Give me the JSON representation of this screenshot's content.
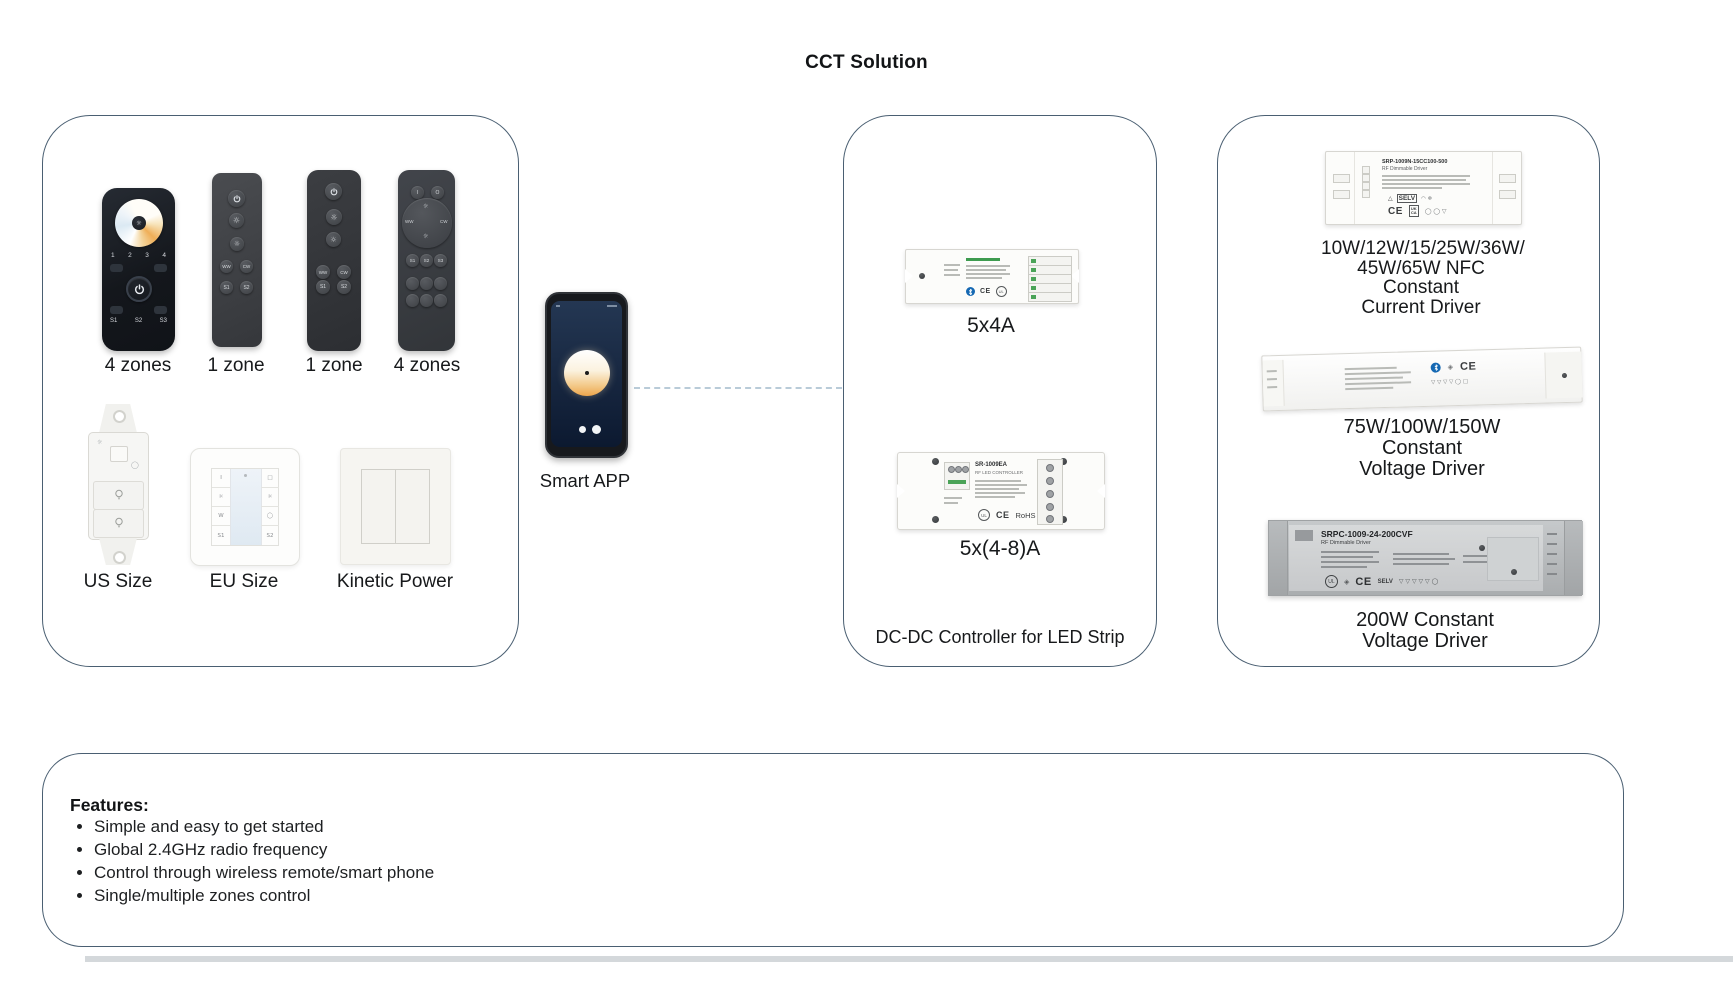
{
  "title": "CCT Solution",
  "glyphs": {
    "sun": "☼",
    "dot": "•",
    "tri_row": "▽ ▽ ▽ ▽ ◯ □",
    "warn": "△"
  },
  "left_panel": {
    "remote_labels": [
      "4 zones",
      "1 zone",
      "1 zone",
      "4 zones"
    ],
    "wall_labels": [
      "US Size",
      "EU Size",
      "Kinetic Power"
    ],
    "remote1": {
      "numbers": [
        "1",
        "2",
        "3",
        "4"
      ],
      "scenes": [
        "S1",
        "S2",
        "S3"
      ]
    },
    "remote2": {
      "keys": [
        "WW",
        "CW",
        "S1",
        "S2"
      ]
    },
    "remote3": {
      "keys": [
        "WW",
        "CW",
        "S1",
        "S2"
      ]
    },
    "remote4": {
      "top_keys": [
        "I",
        "O"
      ],
      "pad_left": "WW",
      "pad_right": "CW",
      "scenes": [
        "S1",
        "S2",
        "S3"
      ]
    },
    "eu_panel": {
      "left_keys": [
        "I",
        "☼",
        "W",
        "S1"
      ],
      "right_keys": [
        "□",
        "☼",
        "◯",
        "S2"
      ]
    }
  },
  "app": {
    "label": "Smart APP"
  },
  "middle_panel": {
    "controller1": {
      "label": "5x4A",
      "marks": {
        "ce": "CE",
        "ul": "UL"
      }
    },
    "controller2": {
      "label": "5x(4-8)A",
      "model": "SR-1009EA",
      "subtitle": "RF LED CONTROLLER",
      "marks": {
        "ul": "UL",
        "ce": "CE",
        "rohs": "RoHS"
      }
    },
    "caption": "DC-DC Controller for LED Strip"
  },
  "right_panel": {
    "driver1": {
      "model": "SRP-1009N-15CC100-500",
      "subtitle": "RF Dimmable Driver",
      "marks": {
        "selv": "SELV",
        "ce": "CE",
        "uk": "UK",
        "ca": "CA"
      },
      "label_lines": [
        "10W/12W/15/25W/36W/",
        "45W/65W NFC Constant",
        "Current Driver"
      ]
    },
    "driver2": {
      "marks": {
        "ce": "CE"
      },
      "label_lines": [
        "75W/100W/150W Constant",
        "Voltage Driver"
      ]
    },
    "driver3": {
      "model": "SRPC-1009-24-200CVF",
      "subtitle": "RF Dimmable Driver",
      "marks": {
        "ul": "UL",
        "ce": "CE",
        "selv": "SELV",
        "glyphs": "▽ ▽ ▽ ▽ ▽ ◯"
      },
      "label_lines": [
        "200W Constant",
        "Voltage Driver"
      ]
    }
  },
  "features": {
    "heading": "Features:",
    "items": [
      "Simple and easy to get started",
      "Global 2.4GHz radio frequency",
      "Control through wireless remote/smart phone",
      "Single/multiple zones control"
    ]
  },
  "colors": {
    "box_border": "#4a5f72",
    "accent_blue": "#1669b3",
    "screen_navy": "#13233c",
    "wheel_orange": "#efa94f"
  }
}
